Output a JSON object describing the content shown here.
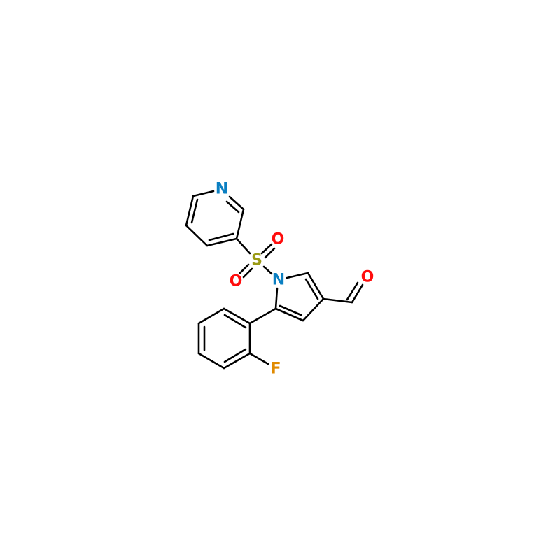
{
  "molecule": {
    "atoms": {
      "pyridine_n": "N",
      "sulfur": "S",
      "sulfonyl_o1": "O",
      "sulfonyl_o2": "O",
      "pyrrole_n": "N",
      "aldehyde_o": "O",
      "fluorine": "F"
    },
    "colors": {
      "nitrogen": "#0a7fc2",
      "oxygen": "#ff0d0d",
      "sulfur": "#9a9a14",
      "fluorine": "#e08a00",
      "bond": "#000000"
    }
  }
}
